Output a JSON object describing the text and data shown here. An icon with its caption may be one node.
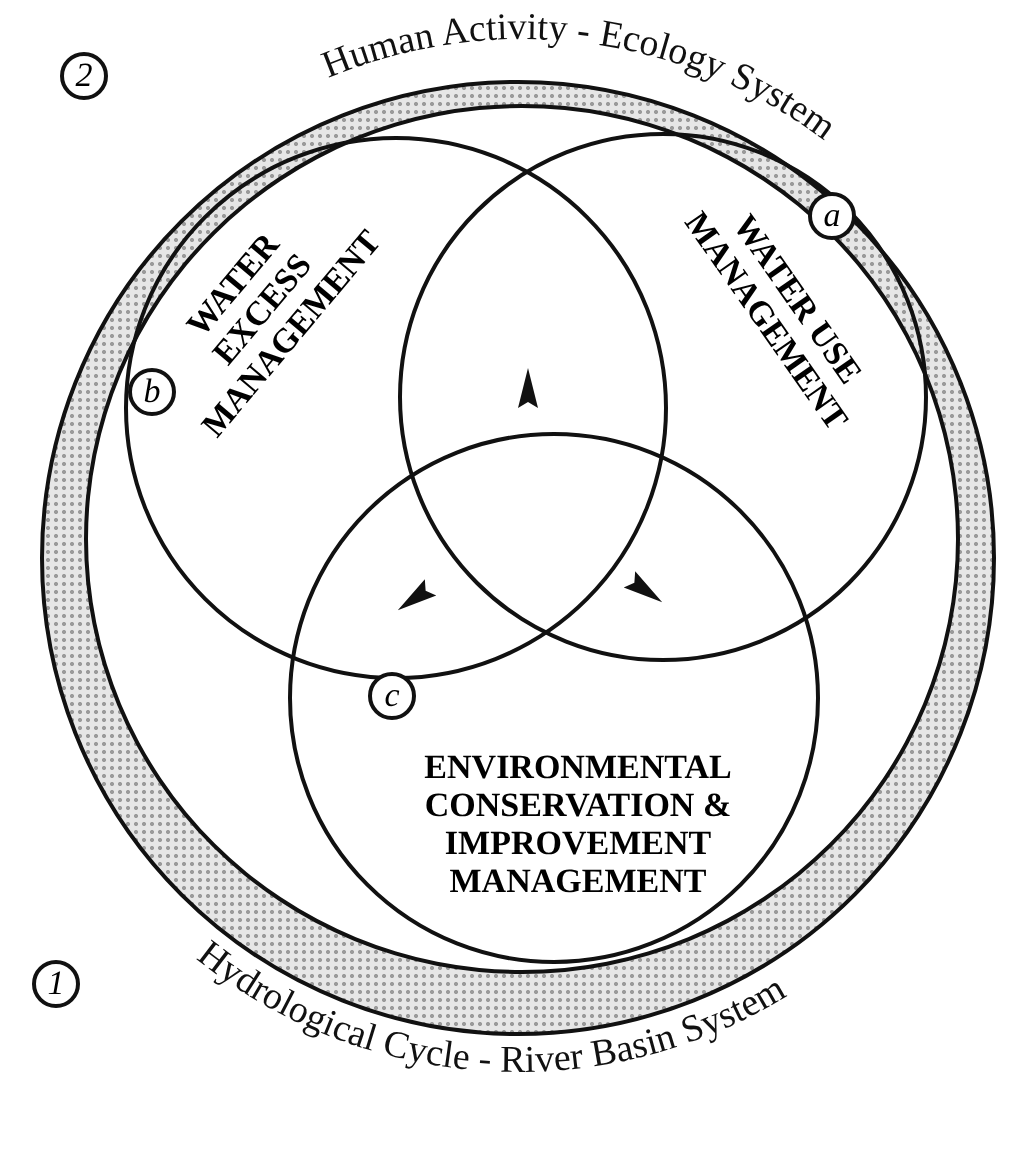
{
  "diagram": {
    "nodes": [
      {
        "text": [
          "1",
          "Hydrological Cycle - River Basin System"
        ]
      },
      {
        "text": [
          "2",
          "Human Activity - Ecology System"
        ],
        "in": 0
      },
      {
        "text": [
          "a",
          "WATER USE MANAGEMENT"
        ],
        "in": 1
      },
      {
        "text": [
          "b",
          "WATER EXCESS MANAGEMENT"
        ],
        "in": 1
      },
      {
        "text": [
          "c",
          "ENVIRONMENTAL CONSERVATION & IMPROVEMENT MANAGEMENT"
        ],
        "in": 1
      }
    ]
  }
}
